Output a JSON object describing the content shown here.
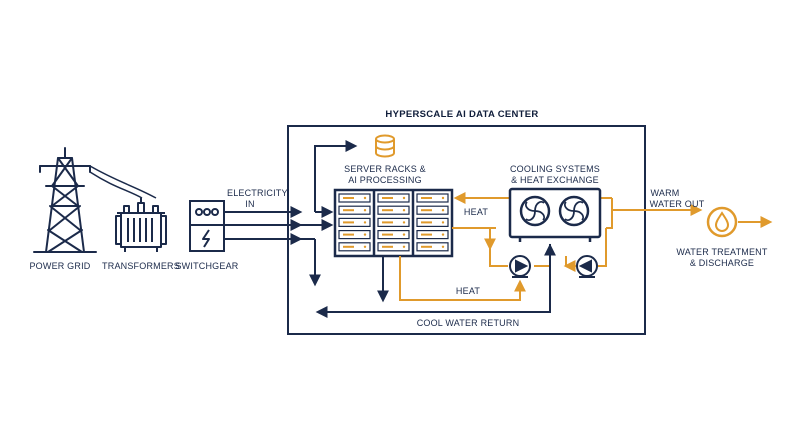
{
  "title": "HYPERSCALE AI DATA CENTER",
  "labels": {
    "power_grid": "POWER GRID",
    "transformers": "TRANSFORMERS",
    "switchgear": "SWITCHGEAR",
    "electricity_l1": "ELECTRICITY",
    "electricity_l2": "IN",
    "server_l1": "SERVER RACKS &",
    "server_l2": "AI PROCESSING",
    "cooling_l1": "COOLING SYSTEMS",
    "cooling_l2": "& HEAT EXCHANGE",
    "heat_top": "HEAT",
    "heat_bottom": "HEAT",
    "cool_return": "COOL WATER RETURN",
    "warm_l1": "WARM",
    "warm_l2": "WATER OUT",
    "treat_l1": "WATER TREATMENT",
    "treat_l2": "& DISCHARGE"
  },
  "colors": {
    "navy": "#1b2a4a",
    "orange": "#e09a2c",
    "background": "#ffffff"
  },
  "icons": [
    "transmission-tower-icon",
    "transformer-icon",
    "switchgear-icon",
    "database-icon",
    "server-rack-icon",
    "cooling-unit-icon",
    "pump-icon",
    "water-drop-icon"
  ]
}
